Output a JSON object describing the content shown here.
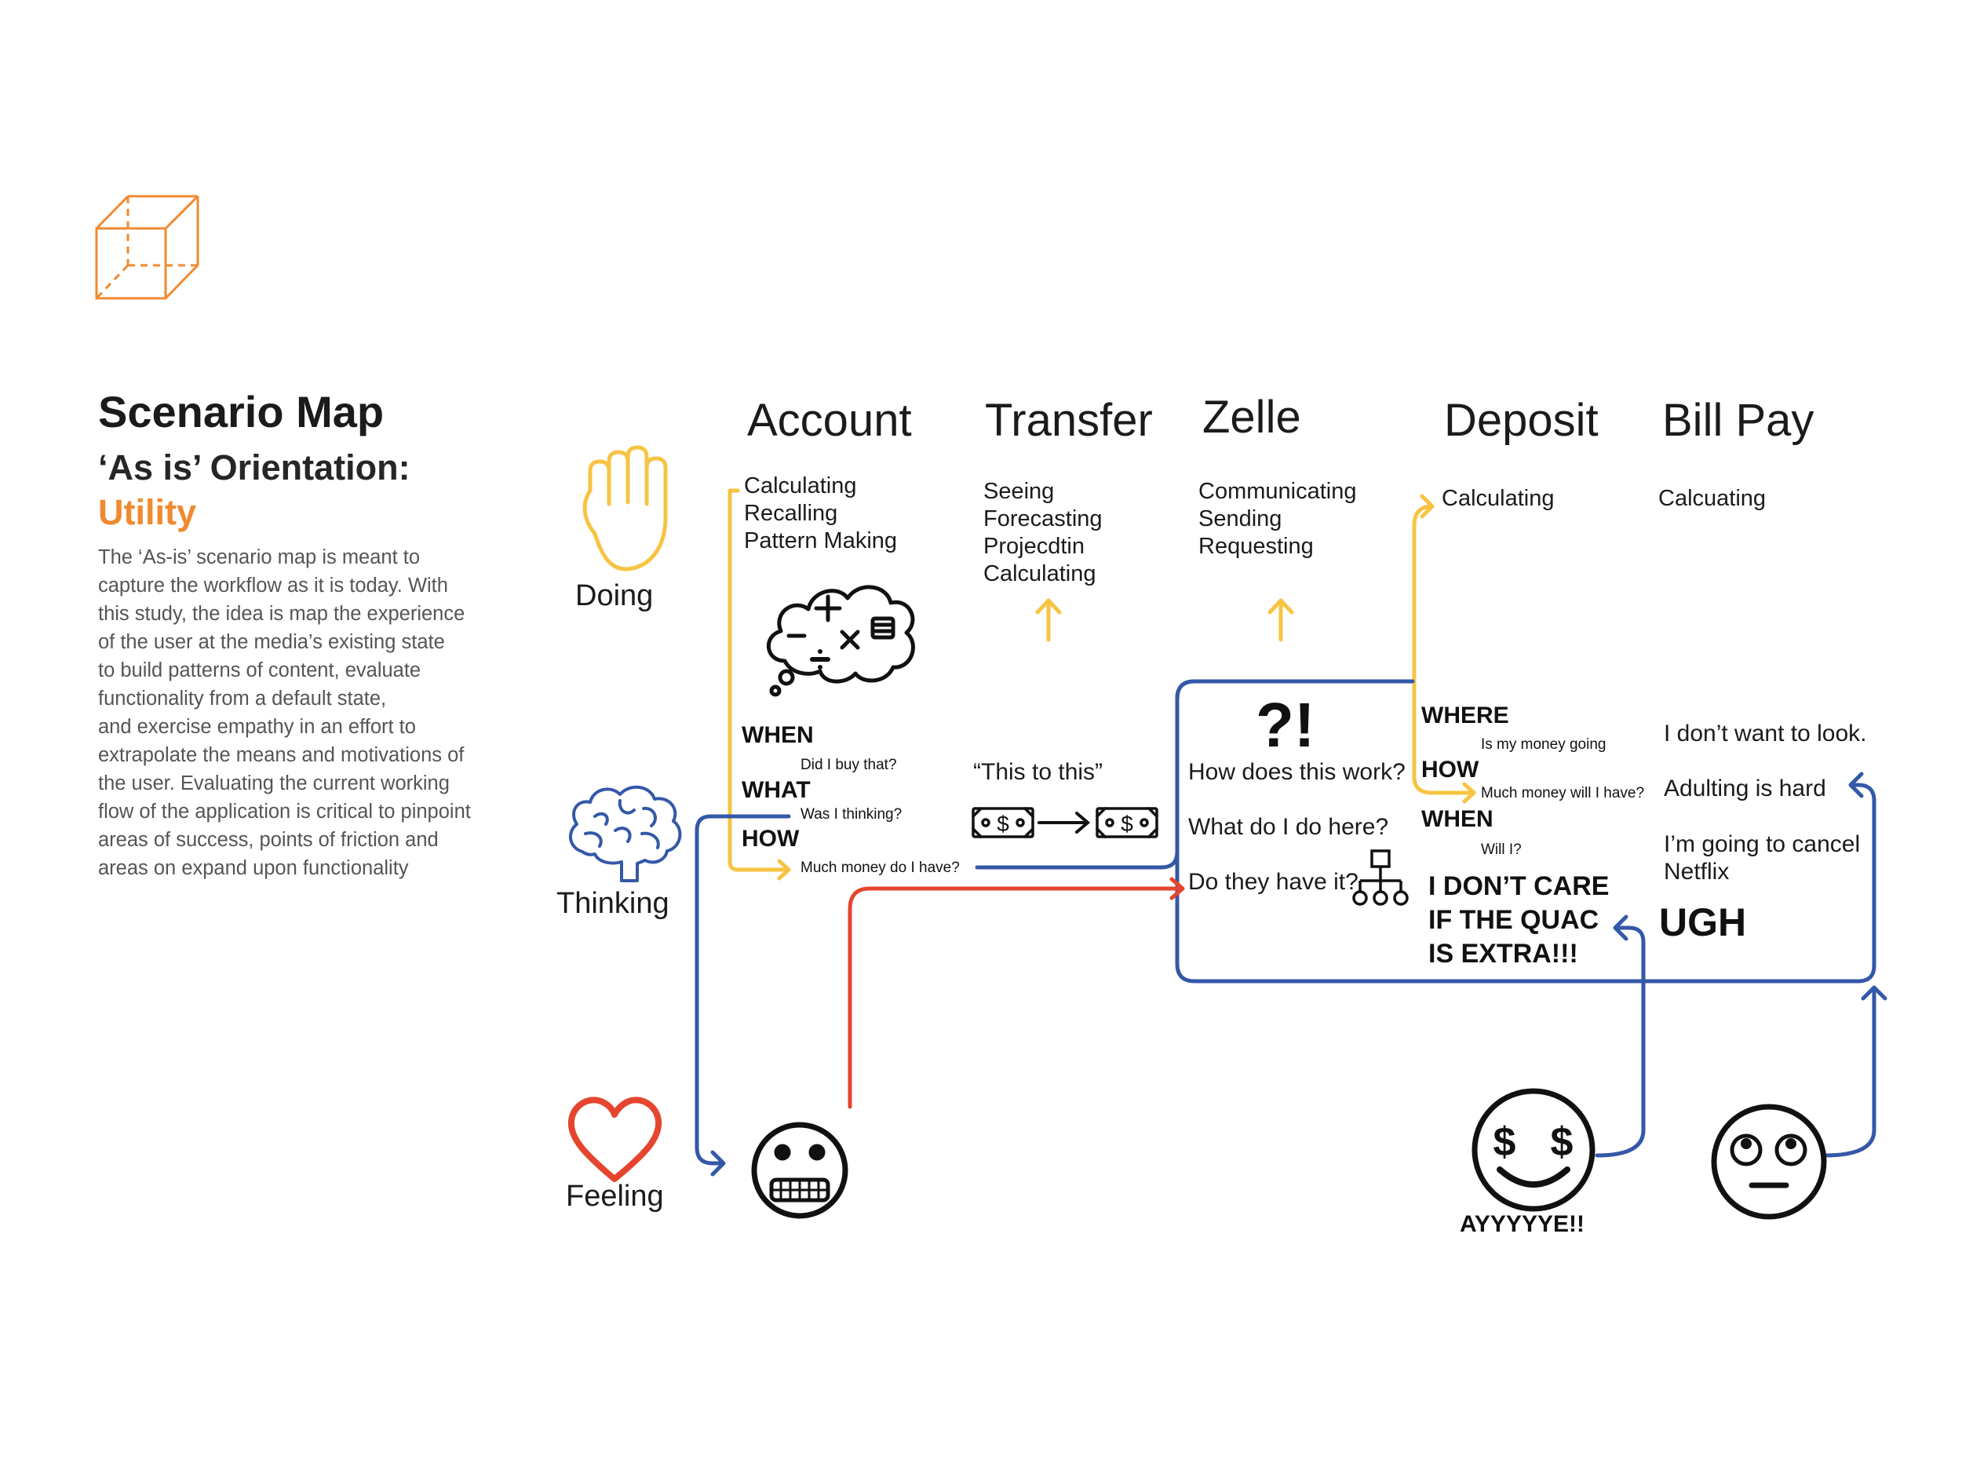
{
  "header": {
    "title": "Scenario Map",
    "subtitle": "‘As is’ Orientation:",
    "accent": "Utility",
    "accent_color": "#f08a30",
    "description_lines": [
      "The ‘As-is’ scenario map is meant to",
      "capture the workflow as it is today. With",
      "this study, the idea is map the experience",
      "of the user at the media’s existing state",
      "to build patterns of content, evaluate",
      "functionality from a default state,",
      "and exercise empathy in an effort to",
      "extrapolate the means and motivations of",
      "the user. Evaluating the current working",
      "flow of the application is critical to pinpoint",
      "areas of success, points of friction and",
      "areas on expand upon functionality"
    ]
  },
  "columns": [
    "Account",
    "Transfer",
    "Zelle",
    "Deposit",
    "Bill Pay"
  ],
  "rows": {
    "doing": "Doing",
    "thinking": "Thinking",
    "feeling": "Feeling"
  },
  "doing": {
    "account": [
      "Calculating",
      "Recalling",
      "Pattern Making"
    ],
    "transfer": [
      "Seeing",
      "Forecasting",
      "Projecdtin",
      "Calculating"
    ],
    "zelle": [
      "Communicating",
      "Sending",
      "Requesting"
    ],
    "deposit": [
      "Calculating"
    ],
    "billpay": [
      "Calcuating"
    ]
  },
  "thinking": {
    "account": {
      "when": "WHEN",
      "when_sub": "Did I buy that?",
      "what": "WHAT",
      "what_sub": "Was I thinking?",
      "how": "HOW",
      "how_sub": "Much money do I have?"
    },
    "transfer": {
      "quote": "“This to this”"
    },
    "zelle": {
      "mark": "?!",
      "q1": "How does this work?",
      "q2": "What do I do here?",
      "q3": "Do they have it?"
    },
    "deposit": {
      "where": "WHERE",
      "where_sub": "Is my money going",
      "how": "HOW",
      "how_sub": "Much money will I have?",
      "when": "WHEN",
      "when_sub": "Will I?",
      "shout_lines": [
        "I DON’T CARE",
        "IF THE QUAC",
        "IS EXTRA!!!"
      ]
    },
    "billpay": {
      "l1": "I don’t want to look.",
      "l2": "Adulting is hard",
      "l3a": "I’m going to cancel",
      "l3b": "Netflix",
      "ugh": "UGH"
    }
  },
  "feeling": {
    "deposit_label": "AYYYYYE!!"
  },
  "colors": {
    "yellow": "#f7c442",
    "blue": "#3458a8",
    "red": "#e5452f",
    "orange_icon": "#f08a30",
    "ink": "#111111"
  },
  "icons": [
    "cube-icon",
    "hand-icon",
    "brain-icon",
    "heart-icon",
    "grimace-face-icon",
    "money-eyes-face-icon",
    "eye-roll-face-icon",
    "thought-cloud-icon",
    "banknote-icon",
    "org-chart-icon"
  ]
}
